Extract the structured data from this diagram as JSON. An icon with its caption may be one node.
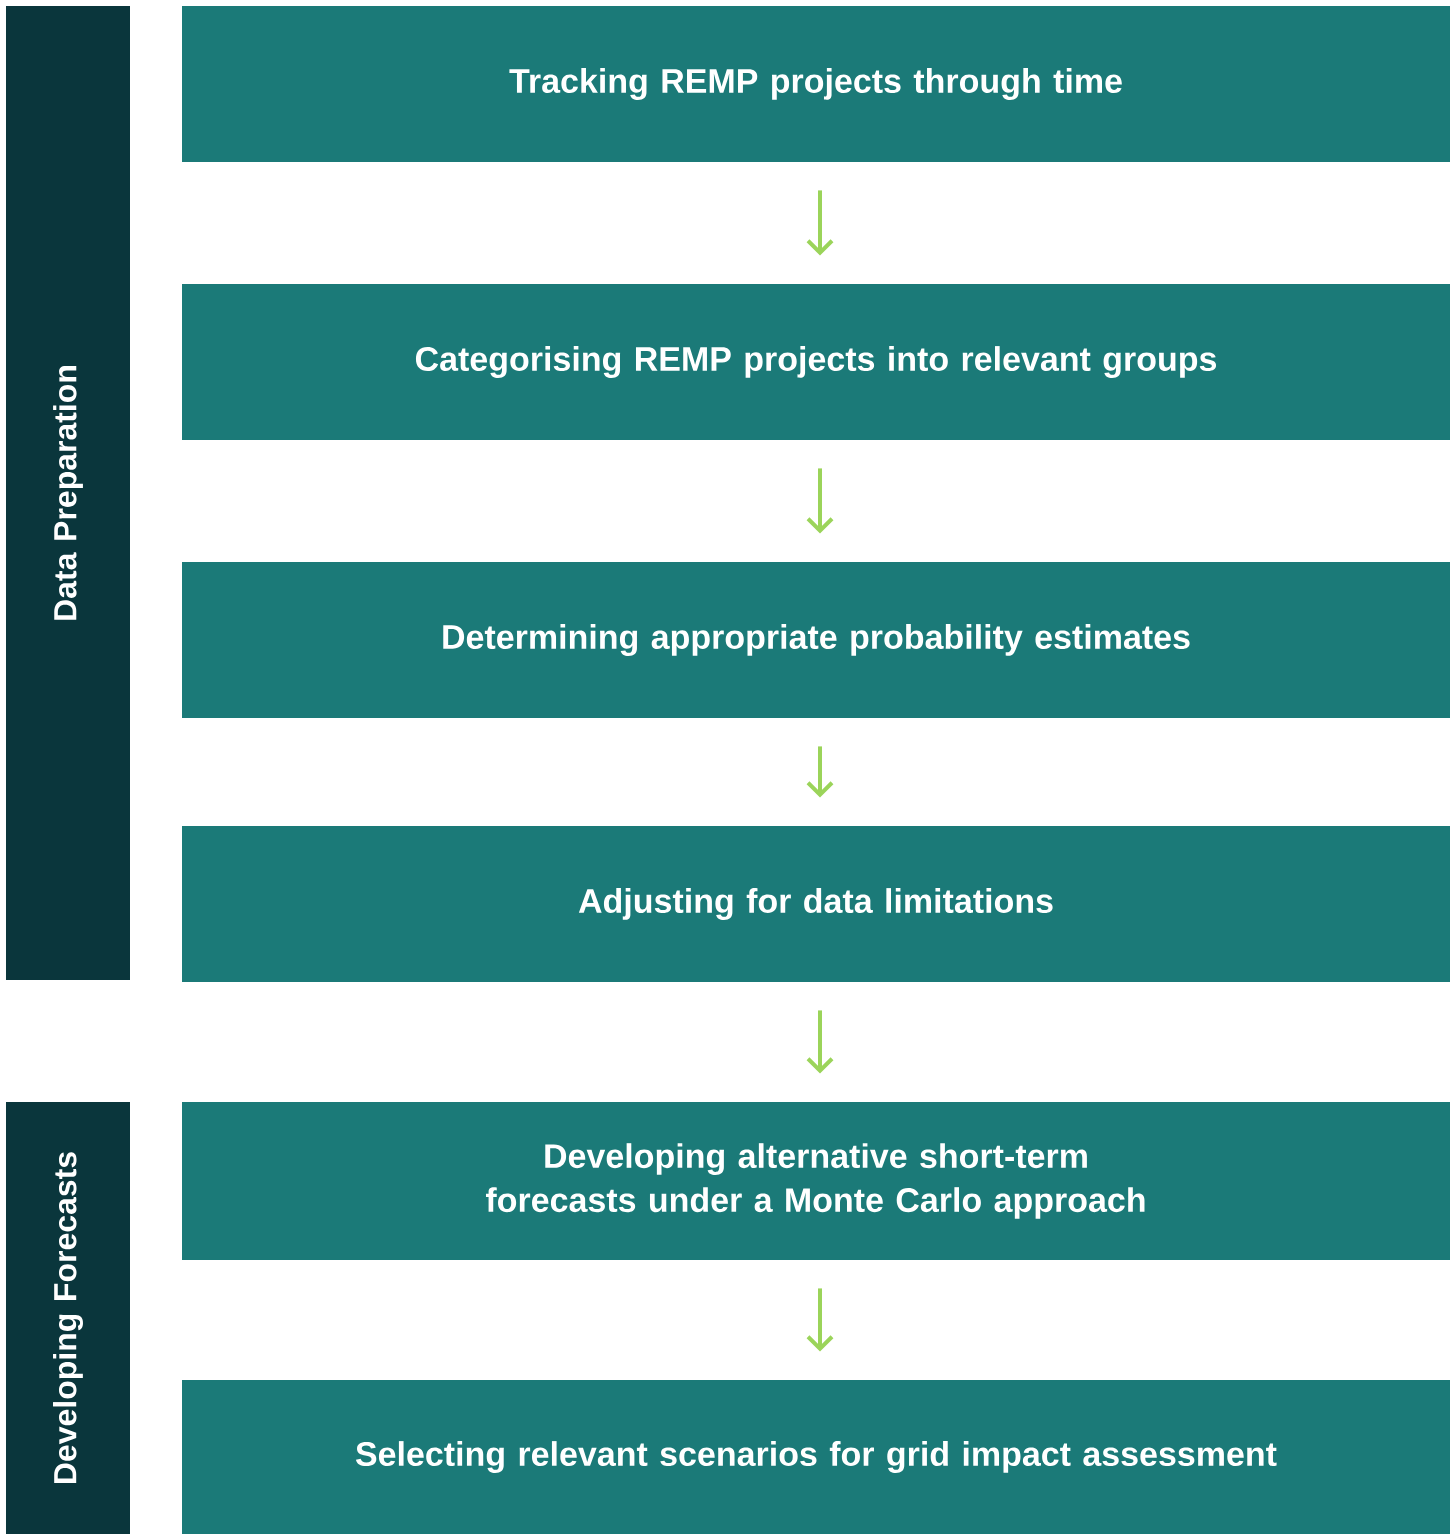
{
  "diagram": {
    "nodes": [
      {
        "text": [
          "Data Preparation"
        ]
      },
      {
        "text": [
          "Tracking REMP projects through time"
        ]
      },
      {
        "text": [
          "Categorising REMP projects into relevant groups"
        ]
      },
      {
        "text": [
          "Determining appropriate probability estimates"
        ]
      },
      {
        "text": [
          "Adjusting for data limitations"
        ]
      },
      {
        "text": [
          "Developing Forecasts"
        ]
      },
      {
        "text": [
          "Developing alternative short-term forecasts under a Monte Carlo approach"
        ]
      },
      {
        "text": [
          "Selecting relevant scenarios for grid impact assessment"
        ]
      }
    ],
    "edges": [
      {
        "from": 1,
        "to": 2,
        "arrow": "to"
      },
      {
        "from": 2,
        "to": 3,
        "arrow": "to"
      },
      {
        "from": 3,
        "to": 4,
        "arrow": "to"
      },
      {
        "from": 4,
        "to": 6,
        "arrow": "to"
      },
      {
        "from": 6,
        "to": 7,
        "arrow": "to"
      }
    ]
  }
}
